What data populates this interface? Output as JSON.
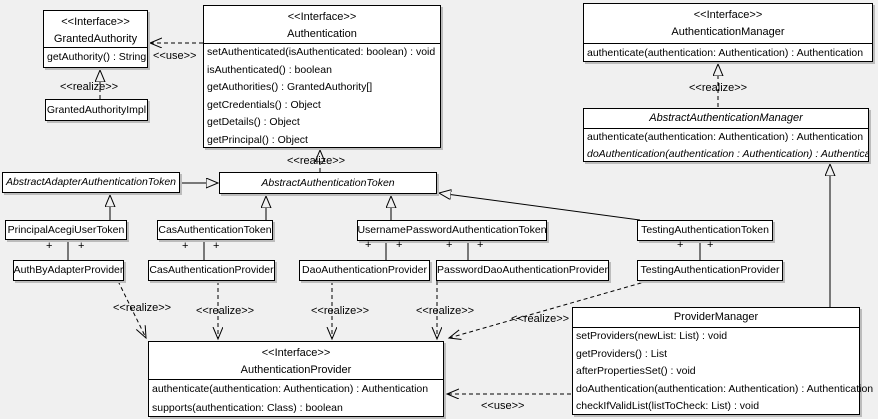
{
  "labels": {
    "use": "<<use>>",
    "realize": "<<realize>>"
  },
  "symbols": {
    "plus": "+"
  },
  "colors": {
    "background": "#f0f0f0",
    "box_fill": "#ffffff",
    "line": "#000000"
  },
  "classes": {
    "granted_authority": {
      "stereotype": "<<Interface>>",
      "name": "GrantedAuthority",
      "methods": [
        "getAuthority() : String"
      ]
    },
    "granted_authority_impl": {
      "name": "GrantedAuthorityImpl"
    },
    "authentication": {
      "stereotype": "<<Interface>>",
      "name": "Authentication",
      "methods": [
        "setAuthenticated(isAuthenticated: boolean) : void",
        "isAuthenticated() : boolean",
        "getAuthorities() : GrantedAuthority[]",
        "getCredentials() : Object",
        "getDetails() : Object",
        "getPrincipal() : Object"
      ]
    },
    "authentication_manager": {
      "stereotype": "<<Interface>>",
      "name": "AuthenticationManager",
      "methods": [
        "authenticate(authentication: Authentication) : Authentication"
      ]
    },
    "abstract_authentication_manager": {
      "name": "AbstractAuthenticationManager",
      "methods": [
        "authenticate(authentication: Authentication) : Authentication",
        "doAuthentication(authentication : Authentication) : Authentication"
      ]
    },
    "abstract_adapter_authentication_token": {
      "name": "AbstractAdapterAuthenticationToken"
    },
    "abstract_authentication_token": {
      "name": "AbstractAuthenticationToken"
    },
    "principal_acegi_user_token": {
      "name": "PrincipalAcegiUserToken"
    },
    "cas_authentication_token": {
      "name": "CasAuthenticationToken"
    },
    "username_password_authentication_token": {
      "name": "UsernamePasswordAuthenticationToken"
    },
    "testing_authentication_token": {
      "name": "TestingAuthenticationToken"
    },
    "auth_by_adapter_provider": {
      "name": "AuthByAdapterProvider"
    },
    "cas_authentication_provider": {
      "name": "CasAuthenticationProvider"
    },
    "dao_authentication_provider": {
      "name": "DaoAuthenticationProvider"
    },
    "password_dao_authentication_provider": {
      "name": "PasswordDaoAuthenticationProvider"
    },
    "testing_authentication_provider": {
      "name": "TestingAuthenticationProvider"
    },
    "authentication_provider": {
      "stereotype": "<<Interface>>",
      "name": "AuthenticationProvider",
      "methods": [
        "authenticate(authentication: Authentication) : Authentication",
        "supports(authentication: Class) : boolean"
      ]
    },
    "provider_manager": {
      "name": "ProviderManager",
      "methods": [
        "setProviders(newList: List) : void",
        "getProviders() : List",
        "afterPropertiesSet() : void",
        "doAuthentication(authentication: Authentication) : Authentication",
        "checkIfValidList(listToCheck: List) : void"
      ]
    }
  }
}
